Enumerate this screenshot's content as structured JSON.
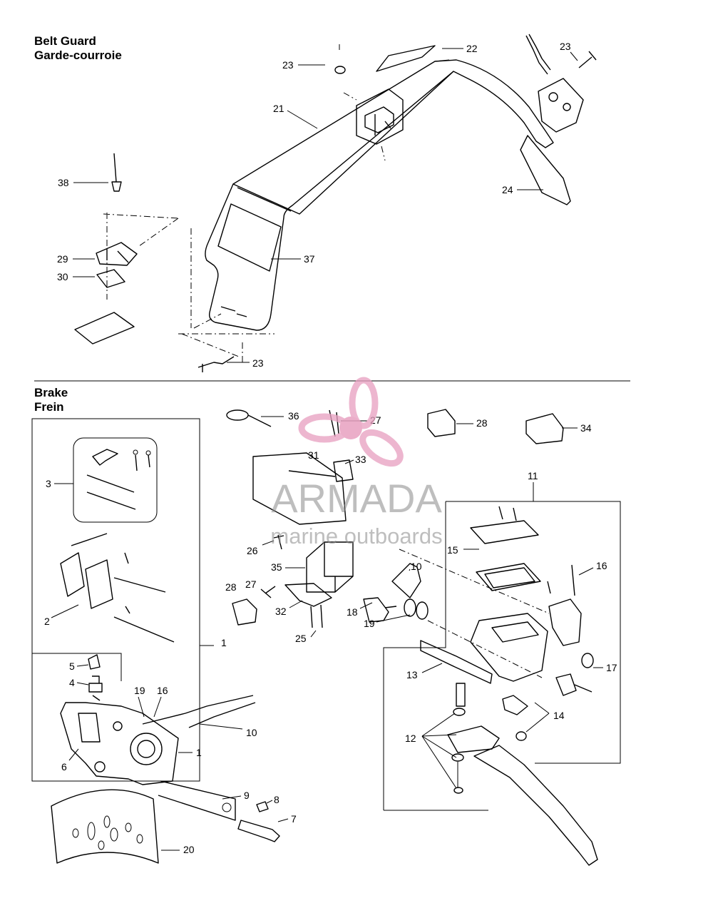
{
  "sections": {
    "belt_guard": {
      "title_en": "Belt Guard",
      "title_fr": "Garde-courroie"
    },
    "brake": {
      "title_en": "Brake",
      "title_fr": "Frein"
    }
  },
  "watermark": {
    "brand": "ARMADA",
    "tagline": "marine outboards",
    "logo": "propeller-logo",
    "color": "#e8a0c0"
  },
  "callouts": {
    "c22": "22",
    "c23a": "23",
    "c23b": "23",
    "c23c": "23",
    "c21": "21",
    "c38": "38",
    "c24": "24",
    "c29": "29",
    "c30": "30",
    "c37": "37",
    "c36": "36",
    "c27a": "27",
    "c28a": "28",
    "c34": "34",
    "c31": "31",
    "c33": "33",
    "c11": "11",
    "c3": "3",
    "c26": "26",
    "c15": "15",
    "c16": "16",
    "c35": "35",
    "c10a": "10",
    "c28b": "28",
    "c27b": "27",
    "c32": "32",
    "c18": "18",
    "c19a": "19",
    "c25": "25",
    "c2": "2",
    "c1a": "1",
    "c17": "17",
    "c5": "5",
    "c13": "13",
    "c4": "4",
    "c19b": "19",
    "c16b": "16",
    "c14": "14",
    "c10b": "10",
    "c12": "12",
    "c1b": "1",
    "c6": "6",
    "c9": "9",
    "c8": "8",
    "c7": "7",
    "c20": "20"
  }
}
